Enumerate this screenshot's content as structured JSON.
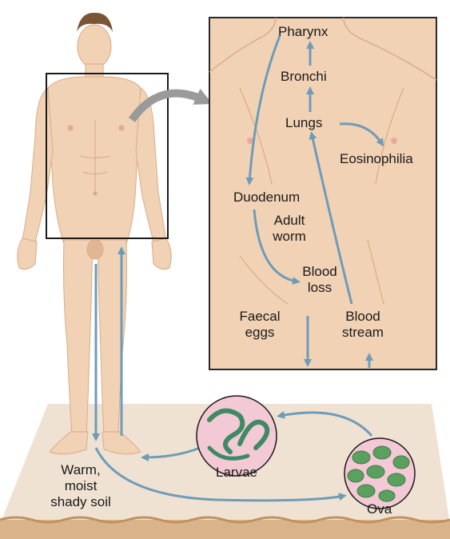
{
  "labels": {
    "pharynx": "Pharynx",
    "bronchi": "Bronchi",
    "lungs": "Lungs",
    "eosinophilia": "Eosinophilia",
    "duodenum": "Duodenum",
    "adult_worm": [
      "Adult",
      "worm"
    ],
    "blood_loss": [
      "Blood",
      "loss"
    ],
    "faecal_eggs": [
      "Faecal",
      "eggs"
    ],
    "blood_stream": [
      "Blood",
      "stream"
    ],
    "larvae": "Larvae",
    "ova": "Ova",
    "soil": [
      "Warm,",
      "moist",
      "shady soil"
    ]
  },
  "colors": {
    "skin": "#f2d2b5",
    "skin_shadow": "#e2b695",
    "arrow": "#6e9cb8",
    "grey_arrow": "#9a9a9a",
    "panel_border": "#2a2a2a",
    "ground": "#efe2d2",
    "ground_edge": "#cfa77c",
    "larvae_circle": "#f3c9d5",
    "larvae_worm": "#3f8a63",
    "ova_circle": "#f3c9d5",
    "ova_egg": "#5aa05f",
    "hair": "#7a5533"
  }
}
